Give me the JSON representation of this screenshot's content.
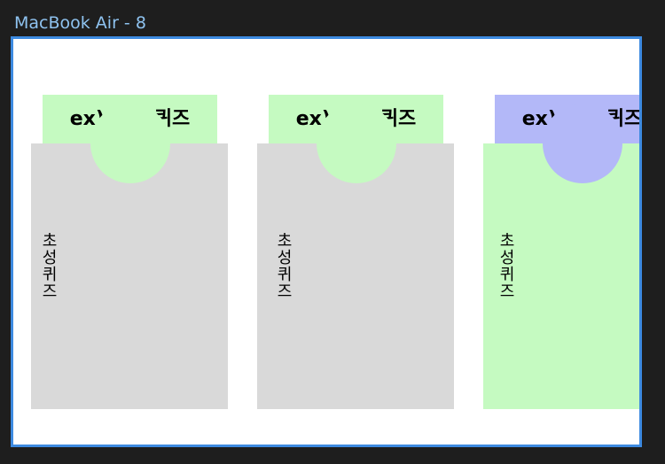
{
  "frame": {
    "label": "MacBook Air - 8"
  },
  "cards": [
    {
      "tab_label": "ex) 초성 퀴즈",
      "body_text": "초성퀴즈",
      "selected": false
    },
    {
      "tab_label": "ex) 초성 퀴즈",
      "body_text": "초성퀴즈",
      "selected": false
    },
    {
      "tab_label": "ex) 초성 퀴즈",
      "body_text": "초성퀴즈",
      "selected": true
    }
  ],
  "colors": {
    "background": "#1e1e1e",
    "frame_border": "#3d8ae0",
    "frame_label": "#8fc3f0",
    "card_body": "#d9d9d9",
    "card_tab": "#c5fac1",
    "card_active_tab": "#b3b8f8",
    "card_active_body": "#c5fac1"
  }
}
